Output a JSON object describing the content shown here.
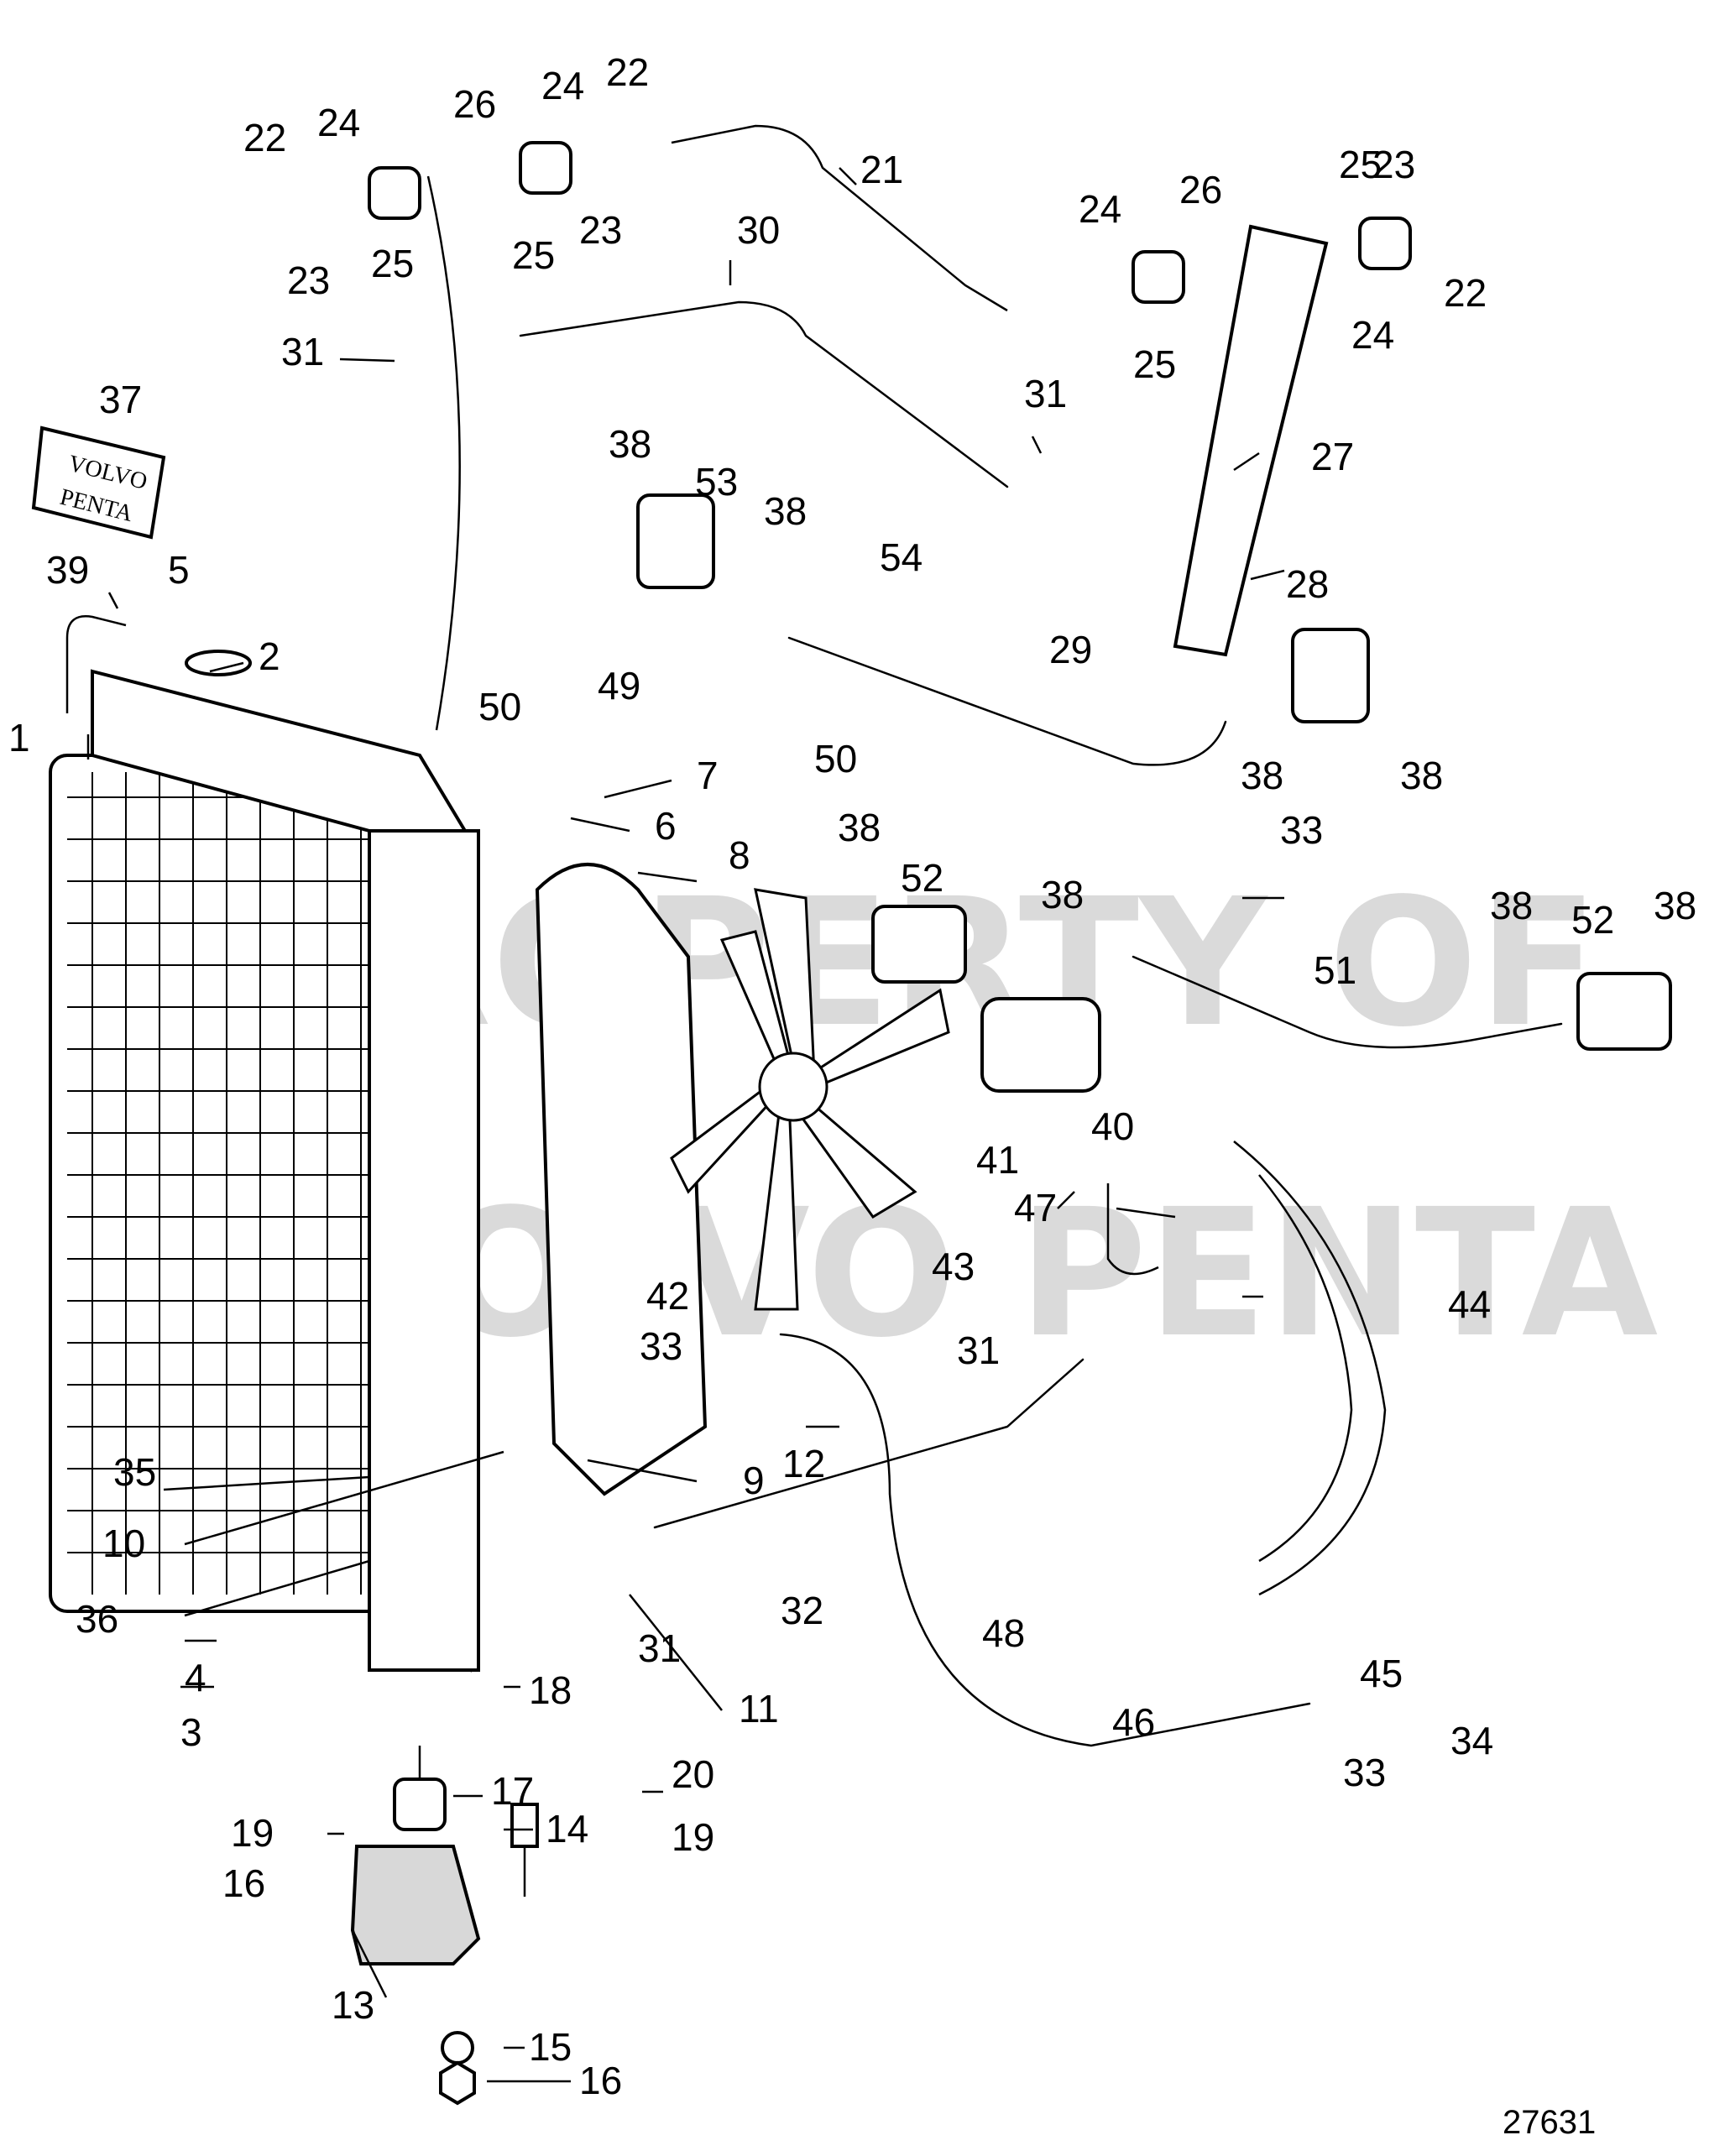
{
  "diagram": {
    "reference_number": "27631",
    "watermark": [
      "PROPERTY OF",
      "VOLVO PENTA"
    ],
    "logo_plate_text": [
      "VOLVO",
      "PENTA"
    ],
    "parts": [
      {
        "id": "1",
        "label": "1"
      },
      {
        "id": "2",
        "label": "2"
      },
      {
        "id": "3",
        "label": "3"
      },
      {
        "id": "4",
        "label": "4"
      },
      {
        "id": "5",
        "label": "5"
      },
      {
        "id": "6",
        "label": "6"
      },
      {
        "id": "7",
        "label": "7"
      },
      {
        "id": "8",
        "label": "8"
      },
      {
        "id": "9",
        "label": "9"
      },
      {
        "id": "10",
        "label": "10"
      },
      {
        "id": "11",
        "label": "11"
      },
      {
        "id": "12",
        "label": "12"
      },
      {
        "id": "13",
        "label": "13"
      },
      {
        "id": "14",
        "label": "14"
      },
      {
        "id": "15",
        "label": "15"
      },
      {
        "id": "16a",
        "label": "16"
      },
      {
        "id": "16b",
        "label": "16"
      },
      {
        "id": "17",
        "label": "17"
      },
      {
        "id": "18",
        "label": "18"
      },
      {
        "id": "19a",
        "label": "19"
      },
      {
        "id": "19b",
        "label": "19"
      },
      {
        "id": "20",
        "label": "20"
      },
      {
        "id": "21",
        "label": "21"
      },
      {
        "id": "22a",
        "label": "22"
      },
      {
        "id": "22b",
        "label": "22"
      },
      {
        "id": "22c",
        "label": "22"
      },
      {
        "id": "23a",
        "label": "23"
      },
      {
        "id": "23b",
        "label": "23"
      },
      {
        "id": "23c",
        "label": "23"
      },
      {
        "id": "24a",
        "label": "24"
      },
      {
        "id": "24b",
        "label": "24"
      },
      {
        "id": "24c",
        "label": "24"
      },
      {
        "id": "24d",
        "label": "24"
      },
      {
        "id": "25a",
        "label": "25"
      },
      {
        "id": "25b",
        "label": "25"
      },
      {
        "id": "25c",
        "label": "25"
      },
      {
        "id": "25d",
        "label": "25"
      },
      {
        "id": "26a",
        "label": "26"
      },
      {
        "id": "26b",
        "label": "26"
      },
      {
        "id": "27",
        "label": "27"
      },
      {
        "id": "28",
        "label": "28"
      },
      {
        "id": "29",
        "label": "29"
      },
      {
        "id": "30",
        "label": "30"
      },
      {
        "id": "31a",
        "label": "31"
      },
      {
        "id": "31b",
        "label": "31"
      },
      {
        "id": "31c",
        "label": "31"
      },
      {
        "id": "31d",
        "label": "31"
      },
      {
        "id": "32",
        "label": "32"
      },
      {
        "id": "33a",
        "label": "33"
      },
      {
        "id": "33b",
        "label": "33"
      },
      {
        "id": "33c",
        "label": "33"
      },
      {
        "id": "34",
        "label": "34"
      },
      {
        "id": "35",
        "label": "35"
      },
      {
        "id": "36",
        "label": "36"
      },
      {
        "id": "37",
        "label": "37"
      },
      {
        "id": "38a",
        "label": "38"
      },
      {
        "id": "38b",
        "label": "38"
      },
      {
        "id": "38c",
        "label": "38"
      },
      {
        "id": "38d",
        "label": "38"
      },
      {
        "id": "38e",
        "label": "38"
      },
      {
        "id": "38f",
        "label": "38"
      },
      {
        "id": "38g",
        "label": "38"
      },
      {
        "id": "38h",
        "label": "38"
      },
      {
        "id": "39",
        "label": "39"
      },
      {
        "id": "40",
        "label": "40"
      },
      {
        "id": "41",
        "label": "41"
      },
      {
        "id": "42",
        "label": "42"
      },
      {
        "id": "43",
        "label": "43"
      },
      {
        "id": "44",
        "label": "44"
      },
      {
        "id": "45",
        "label": "45"
      },
      {
        "id": "46",
        "label": "46"
      },
      {
        "id": "47",
        "label": "47"
      },
      {
        "id": "48",
        "label": "48"
      },
      {
        "id": "49",
        "label": "49"
      },
      {
        "id": "50a",
        "label": "50"
      },
      {
        "id": "50b",
        "label": "50"
      },
      {
        "id": "51",
        "label": "51"
      },
      {
        "id": "52a",
        "label": "52"
      },
      {
        "id": "52b",
        "label": "52"
      },
      {
        "id": "53",
        "label": "53"
      },
      {
        "id": "54",
        "label": "54"
      }
    ]
  }
}
